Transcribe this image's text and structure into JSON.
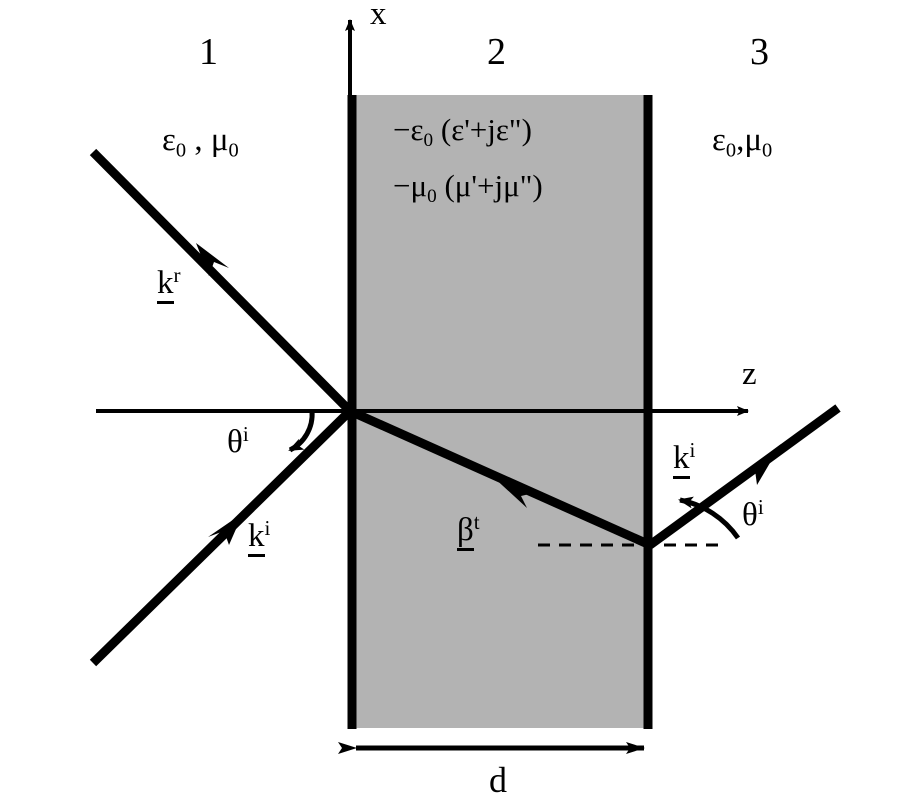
{
  "figure": {
    "title": "Plane wave obliquely incident on a double-negative (metamaterial) slab",
    "background_color": "#ffffff",
    "slab_fill_color": "#b3b3b3",
    "line_color": "#000000"
  },
  "axes": {
    "x_axis_label": "x",
    "z_axis_label": "z"
  },
  "regions": [
    {
      "number": "1",
      "medium_eps": "ε",
      "medium_eps_sub": "0",
      "separator": " , ",
      "medium_mu": "μ",
      "medium_mu_sub": "0",
      "name": "region-1-free-space"
    },
    {
      "number": "2",
      "name": "region-2-slab"
    },
    {
      "number": "3",
      "medium_eps": "ε",
      "medium_eps_sub": "0",
      "separator": ",",
      "medium_mu": "μ",
      "medium_mu_sub": "0",
      "name": "region-3-free-space"
    }
  ],
  "slab": {
    "permittivity_line": {
      "sign": "−",
      "base": "ε",
      "base_sub": "0",
      "bracket": " (ε'+jε\")"
    },
    "permeability_line": {
      "sign": "−",
      "base": "μ",
      "base_sub": "0",
      "bracket": " (μ'+jμ\")"
    },
    "thickness_label": "d"
  },
  "vectors": {
    "reflected": {
      "symbol": "k",
      "superscript": "r"
    },
    "incident_left": {
      "symbol": "k",
      "superscript": "i"
    },
    "transmitted_slab": {
      "symbol": "β",
      "superscript": "t"
    },
    "outgoing_right": {
      "symbol": "k",
      "superscript": "i"
    }
  },
  "angles": {
    "incidence_left": {
      "symbol": "θ",
      "superscript": "i"
    },
    "incidence_right": {
      "symbol": "θ",
      "superscript": "i"
    }
  }
}
